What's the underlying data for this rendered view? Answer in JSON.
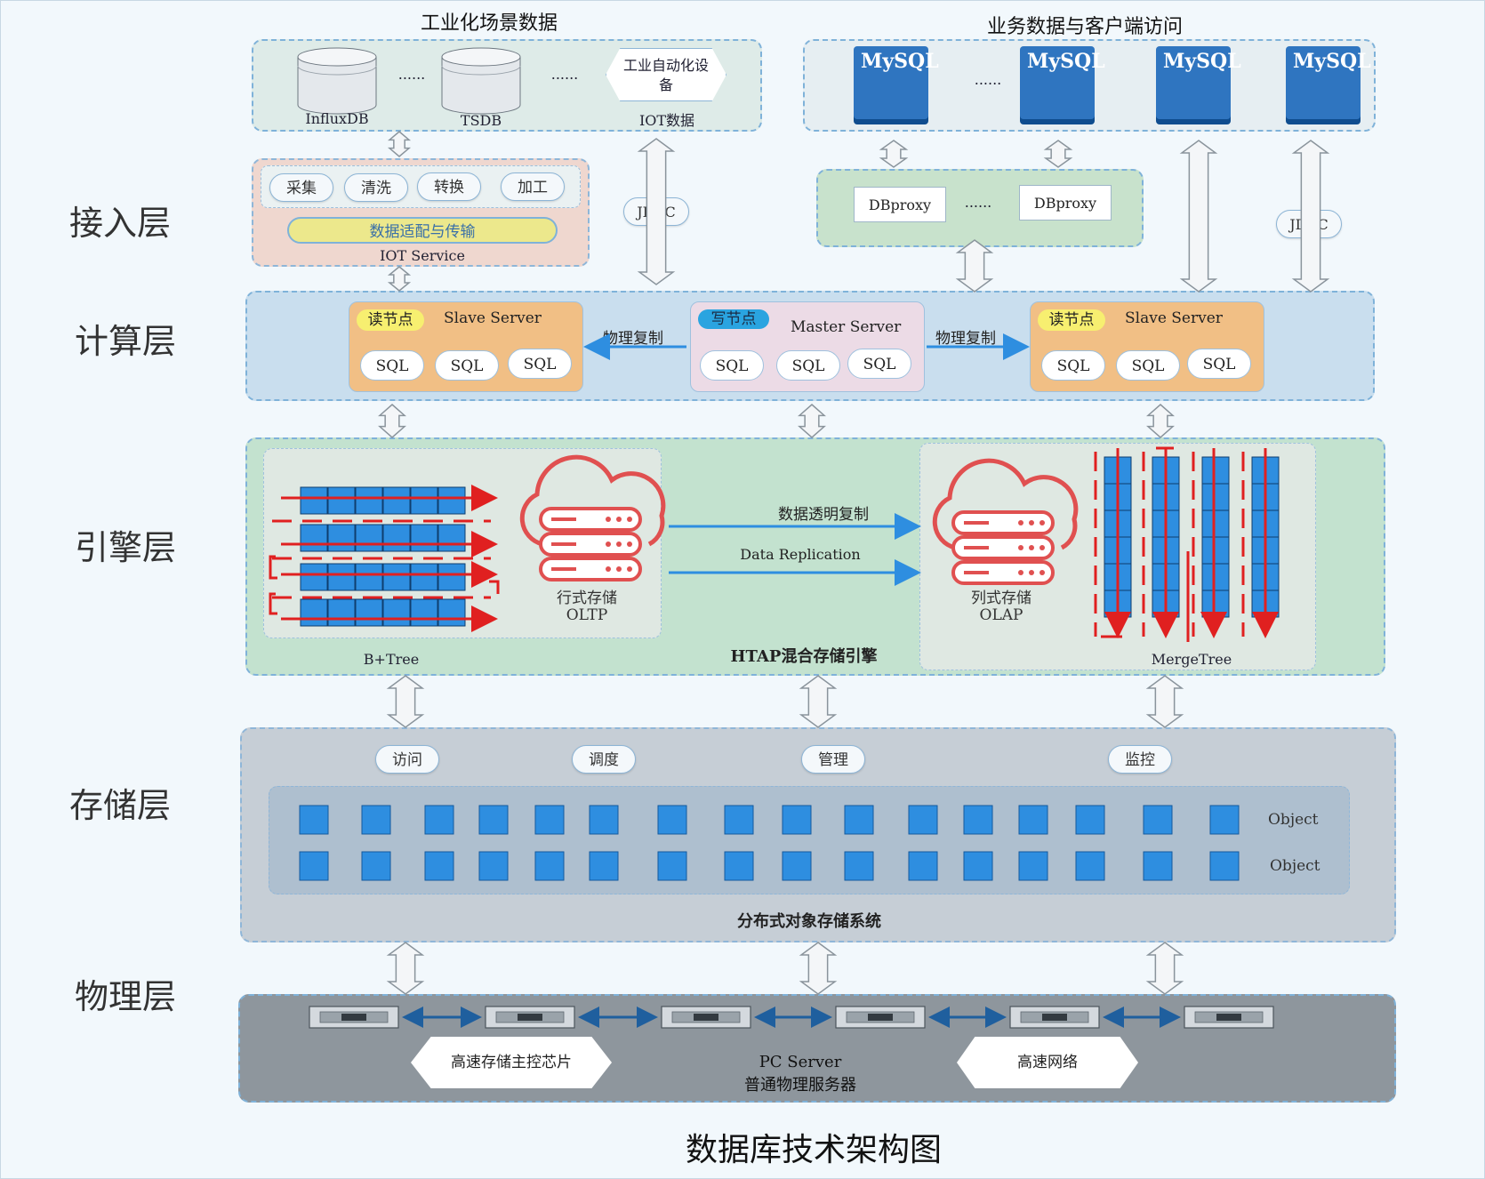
{
  "title": "数据库技术架构图",
  "layers": {
    "access": "接入层",
    "compute": "计算层",
    "engine": "引擎层",
    "storage": "存储层",
    "physical": "物理层"
  },
  "top_left": {
    "heading": "工业化场景数据",
    "influxdb": "InfluxDB",
    "tsdb": "TSDB",
    "dots": "......",
    "iot_box": "工业自动化设备",
    "iot_label": "IOT数据"
  },
  "top_right": {
    "heading": "业务数据与客户端访问",
    "mysql": [
      "MySQL",
      "MySQL",
      "MySQL",
      "MySQL"
    ],
    "dots": "......"
  },
  "iot_service": {
    "steps": [
      "采集",
      "清洗",
      "转换",
      "加工"
    ],
    "bar": "数据适配与传输",
    "label": "IOT Service"
  },
  "jdbc": [
    "JDBC",
    "JDBC"
  ],
  "dbproxy": {
    "items": [
      "DBproxy",
      "DBproxy"
    ],
    "dots": "......"
  },
  "compute": {
    "left": {
      "tag": "读节点",
      "name": "Slave Server"
    },
    "center": {
      "tag": "写节点",
      "name": "Master Server"
    },
    "right": {
      "tag": "读节点",
      "name": "Slave Server"
    },
    "sql": "SQL",
    "replicate": "物理复制"
  },
  "engine": {
    "btree": "B+Tree",
    "row_store": "行式存储",
    "oltp": "OLTP",
    "transparent": "数据透明复制",
    "replication": "Data  Replication",
    "col_store": "列式存储",
    "olap": "OLAP",
    "mergetree": "MergeTree",
    "htap": "HTAP混合存储引擎"
  },
  "storage": {
    "ops": [
      "访问",
      "调度",
      "管理",
      "监控"
    ],
    "object": "Object",
    "system": "分布式对象存储系统"
  },
  "physical": {
    "chip": "高速存储主控芯片",
    "server_line1": "PC Server",
    "server_line2": "普通物理服务器",
    "network": "高速网络"
  },
  "colors": {
    "accent": "#2e8ee0",
    "red_arrow": "#e02020",
    "engine_bg": "#c3e2cf",
    "compute_bg": "#cde0ee",
    "storage_bg": "#c6ced6",
    "physical_bg": "#8e969d"
  }
}
